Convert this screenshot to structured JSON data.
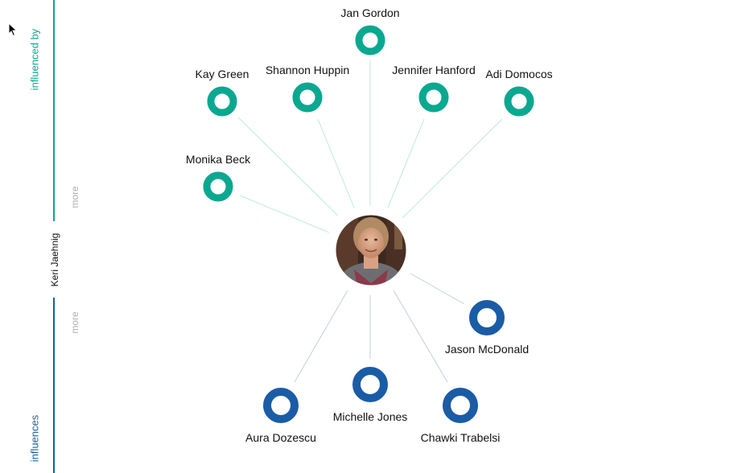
{
  "sidebar": {
    "influenced_by_label": "influenced by",
    "influences_label": "influences",
    "current_person": "Keri Jaehnig",
    "more_top": "more",
    "more_bottom": "more"
  },
  "graph": {
    "center_photo": "portrait of Keri Jaehnig",
    "colors": {
      "influenced_by": "#0aa890",
      "influenced_by_line": "#bfeae0",
      "influences": "#1a5ca6",
      "influences_line": "#c2cfe0"
    },
    "influenced_by": [
      {
        "id": "jan-gordon",
        "name": "Jan Gordon"
      },
      {
        "id": "kay-green",
        "name": "Kay Green"
      },
      {
        "id": "shannon-huppin",
        "name": "Shannon Huppin"
      },
      {
        "id": "jennifer-hanford",
        "name": "Jennifer Hanford"
      },
      {
        "id": "adi-domocos",
        "name": "Adi Domocos"
      },
      {
        "id": "monika-beck",
        "name": "Monika Beck"
      }
    ],
    "influences": [
      {
        "id": "jason-mcdonald",
        "name": "Jason McDonald"
      },
      {
        "id": "michelle-jones",
        "name": "Michelle Jones"
      },
      {
        "id": "aura-dozescu",
        "name": "Aura Dozescu"
      },
      {
        "id": "chawki-trabelsi",
        "name": "Chawki Trabelsi"
      }
    ]
  }
}
